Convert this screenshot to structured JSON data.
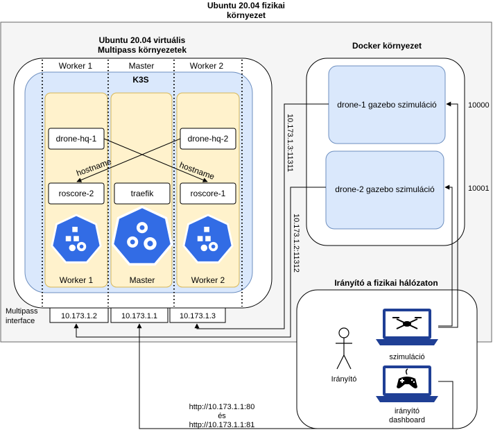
{
  "outer": {
    "title_line1": "Ubuntu 20.04 fizikai",
    "title_line2": "környezet"
  },
  "multipass": {
    "title_line1": "Ubuntu 20.04 virtuális",
    "title_line2": "Multipass környezetek"
  },
  "columns": {
    "worker1": "Worker 1",
    "master": "Master",
    "worker2": "Worker 2"
  },
  "k3s": {
    "label": "K3S"
  },
  "nodes": {
    "drone_hq_1": "drone-hq-1",
    "drone_hq_2": "drone-hq-2",
    "roscore_2": "roscore-2",
    "traefik": "traefik",
    "roscore_1": "roscore-1"
  },
  "hostname_label": "hostname",
  "k8s_labels": {
    "worker1": "Worker 1",
    "master": "Master",
    "worker2": "Worker 2"
  },
  "interface": {
    "label_line1": "Multipass",
    "label_line2": "interface",
    "ip1": "10.173.1.2",
    "ip2": "10.173.1.1",
    "ip3": "10.173.1.3"
  },
  "docker": {
    "title": "Docker környezet",
    "sim1": "drone-1 gazebo szimuláció",
    "sim2": "drone-2 gazebo szimuláció"
  },
  "ports": {
    "p1": "10000",
    "p2": "10001"
  },
  "links": {
    "link1": "10.173.1.3:11311",
    "link2": "10.173.1.2:11312"
  },
  "control": {
    "title": "Irányító a fizikai hálózaton",
    "person": "Irányító",
    "laptop1": "szimuláció",
    "laptop2_line1": "irányító",
    "laptop2_line2": "dashboard"
  },
  "http": {
    "line1": "http://10.173.1.1:80",
    "line2": "és",
    "line3": "http://10.173.1.1:81"
  },
  "colors": {
    "container_blue": "#dae8fc",
    "container_border": "#6c8ebf",
    "pod_yellow": "#fff2cc",
    "pod_border": "#d6b656",
    "k8s_blue": "#326ce5",
    "laptop_blue": "#1f3f95",
    "outer_gray": "#f5f5f5"
  }
}
